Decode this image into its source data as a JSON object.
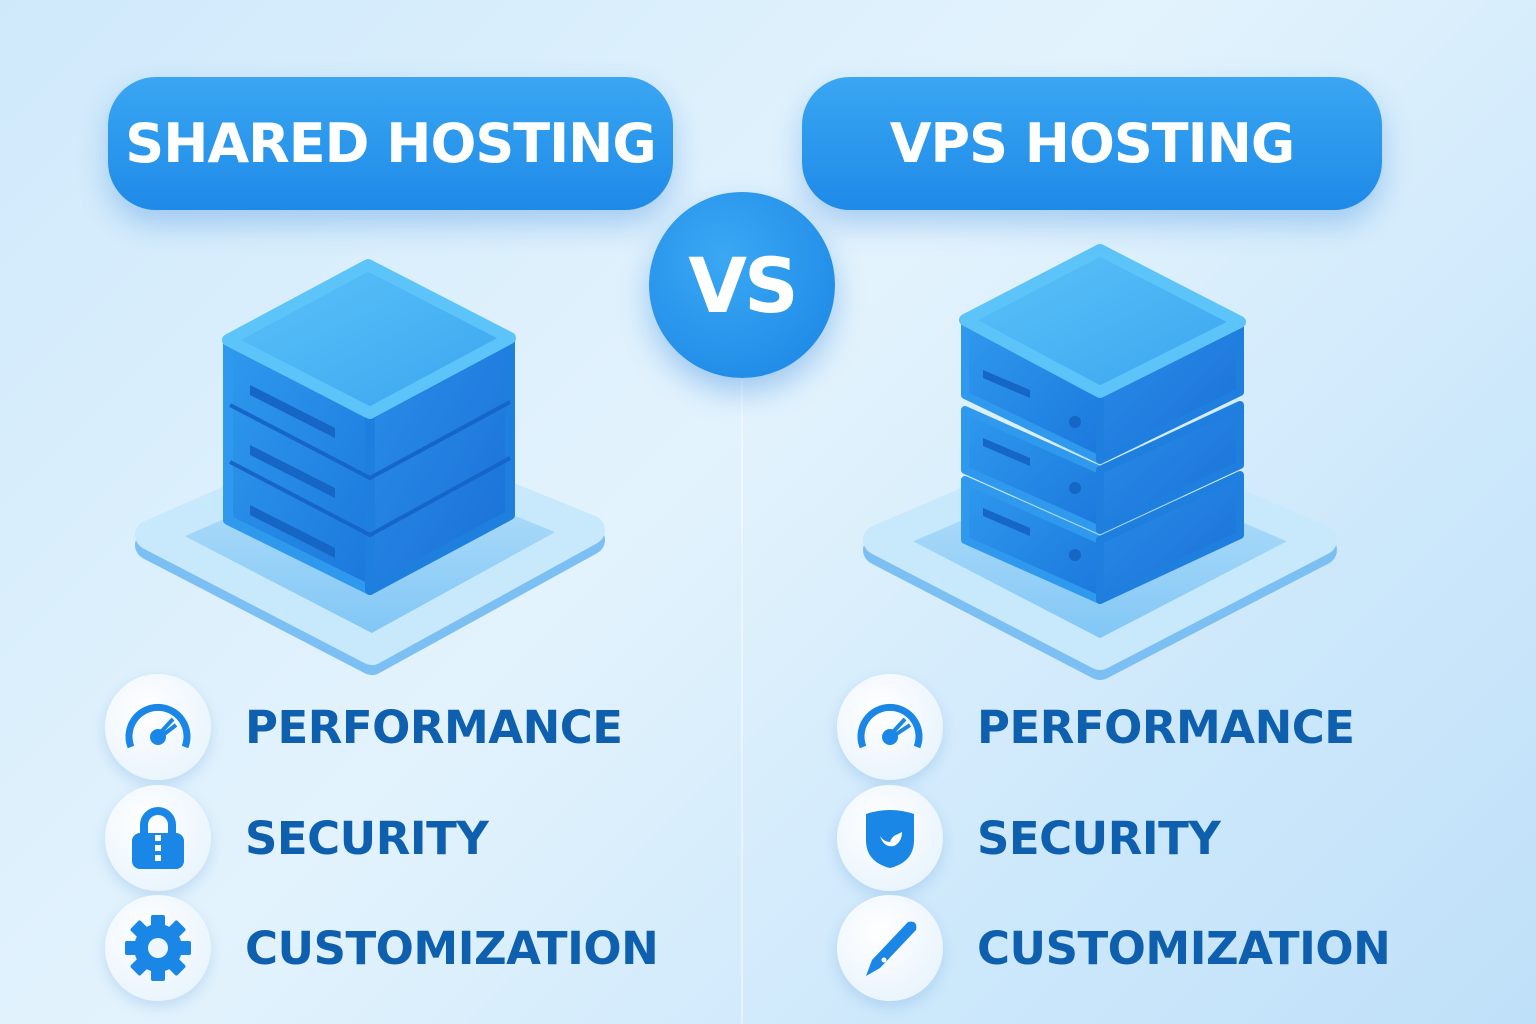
{
  "left": {
    "title": "SHARED HOSTING",
    "features": [
      {
        "label": "PERFORMANCE",
        "icon": "speedometer-icon"
      },
      {
        "label": "SECURITY",
        "icon": "padlock-icon"
      },
      {
        "label": "CUSTOMIZATION",
        "icon": "gear-icon"
      }
    ]
  },
  "vs_label": "VS",
  "right": {
    "title": "VPS HOSTING",
    "features": [
      {
        "label": "PERFORMANCE",
        "icon": "speedometer-icon"
      },
      {
        "label": "SECURITY",
        "icon": "shield-bird-icon"
      },
      {
        "label": "CUSTOMIZATION",
        "icon": "pen-icon"
      }
    ]
  },
  "colors": {
    "accent": "#1e8ae8",
    "text": "#0e5fae",
    "icon": "#1a86e6"
  }
}
